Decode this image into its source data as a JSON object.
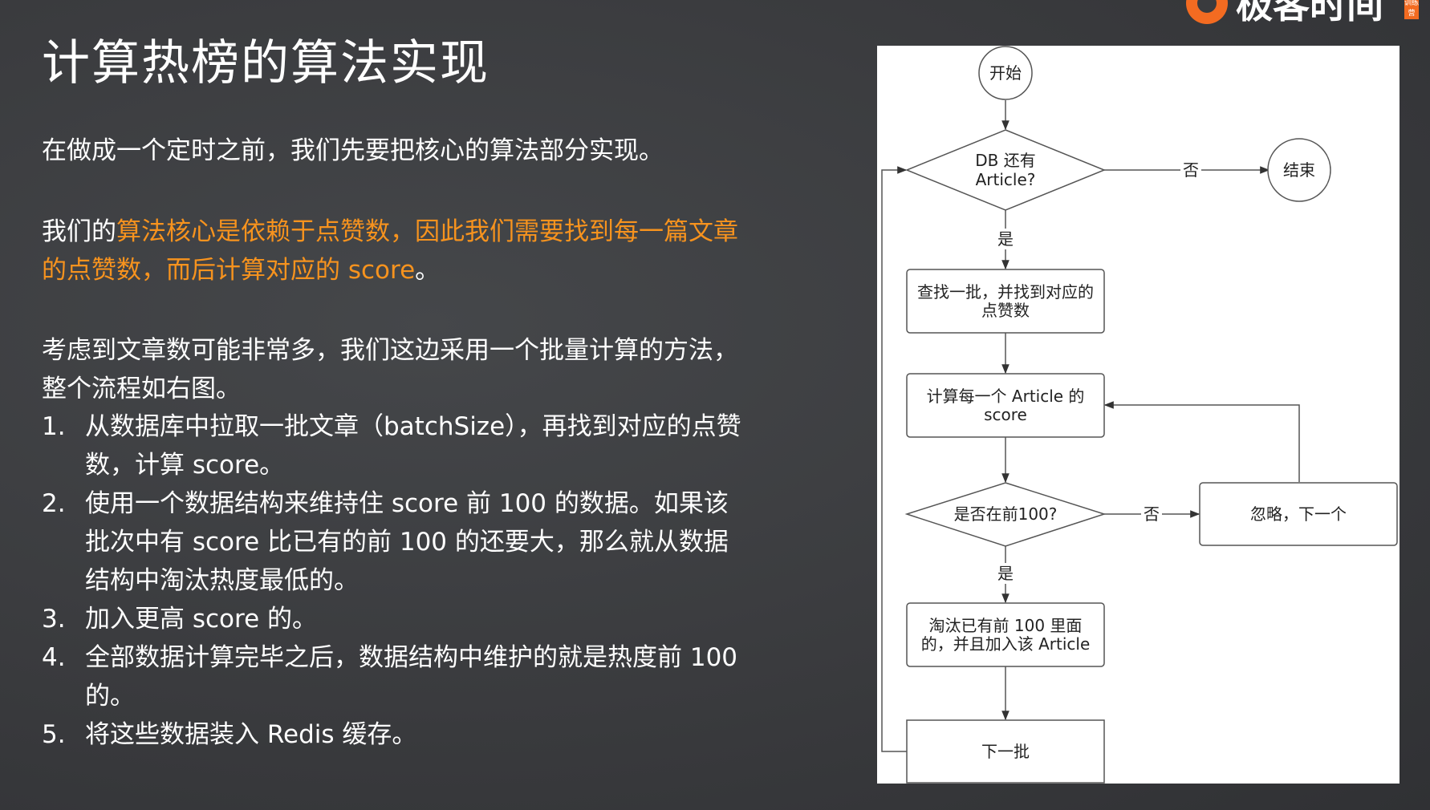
{
  "slide": {
    "title": "计算热榜的算法实现",
    "intro": "在做成一个定时之前，我们先要把核心的算法部分实现。",
    "core_prefix": "我们的",
    "core_highlight": "算法核心是依赖于点赞数，因此我们需要找到每一篇文章的点赞数，而后计算对应的 score",
    "core_suffix": "。",
    "consider": "考虑到文章数可能非常多，我们这边采用一个批量计算的方法，整个流程如右图。",
    "steps": [
      {
        "num": "1.",
        "text": "从数据库中拉取一批文章（batchSize），再找到对应的点赞数，计算 score。"
      },
      {
        "num": "2.",
        "text": "使用一个数据结构来维持住 score 前 100 的数据。如果该批次中有 score 比已有的前 100 的还要大，那么就从数据结构中淘汰热度最低的。"
      },
      {
        "num": "3.",
        "text": "加入更高 score 的。"
      },
      {
        "num": "4.",
        "text": "全部数据计算完毕之后，数据结构中维护的就是热度前 100 的。"
      },
      {
        "num": "5.",
        "text": "将这些数据装入 Redis 缓存。"
      }
    ]
  },
  "logo": {
    "text": "极客时间",
    "badge": "训练营"
  },
  "flowchart": {
    "start": "开始",
    "has_article": [
      "DB 还有",
      "Article?"
    ],
    "end": "结束",
    "fetch_batch": [
      "查找一批，并找到对应的",
      "点赞数"
    ],
    "calc_score": [
      "计算每一个 Article 的",
      "score"
    ],
    "in_top": "是否在前100?",
    "ignore_next": "忽略，下一个",
    "evict_add": [
      "淘汰已有前 100 里面",
      "的，并且加入该 Article"
    ],
    "next_batch": "下一批",
    "yes": "是",
    "no": "否"
  }
}
